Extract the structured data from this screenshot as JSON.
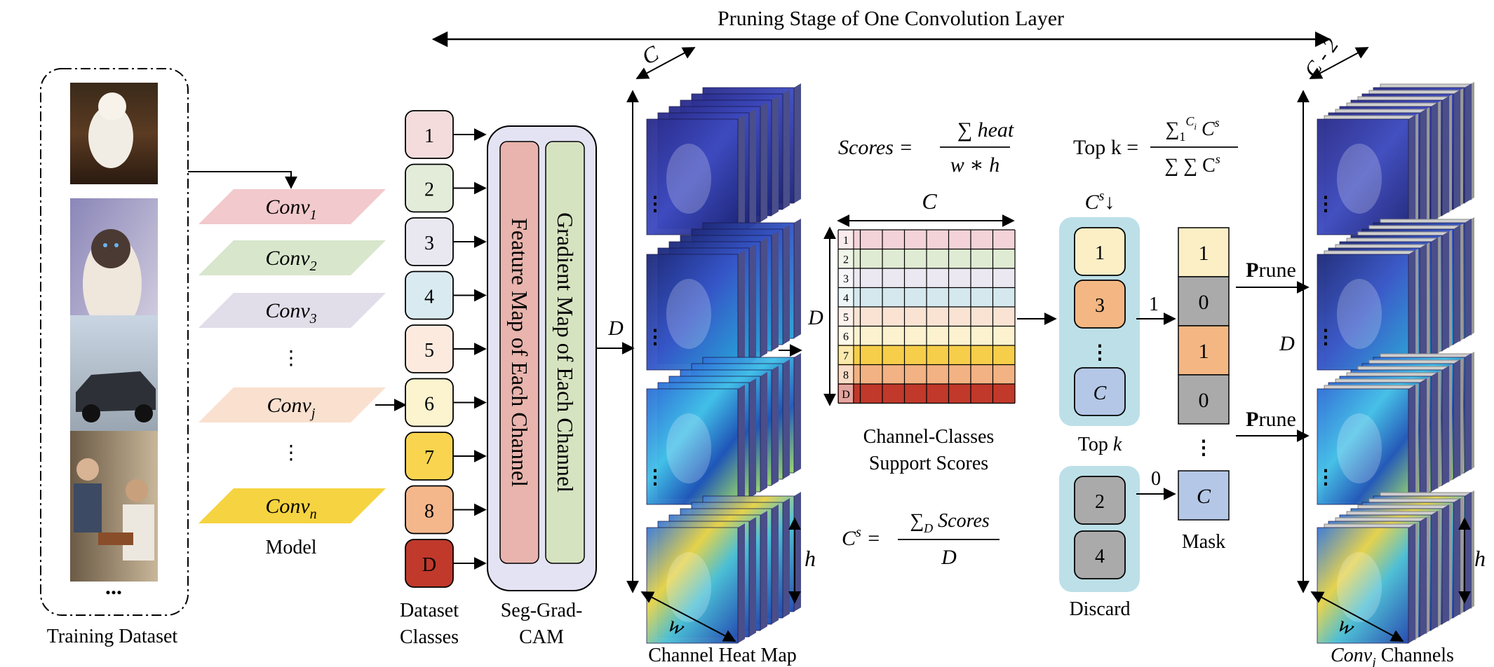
{
  "title": "Pruning Stage of One Convolution Layer",
  "training": {
    "caption": "Training Dataset",
    "ellipsis": "..."
  },
  "model": {
    "caption": "Model",
    "layers": [
      {
        "label": "Conv",
        "sub": "1",
        "color": "#f2c9cc"
      },
      {
        "label": "Conv",
        "sub": "2",
        "color": "#d8e6cc"
      },
      {
        "label": "Conv",
        "sub": "3",
        "color": "#e1dde9"
      },
      {
        "label": "⋮",
        "sub": "",
        "color": ""
      },
      {
        "label": "Conv",
        "sub": "j",
        "color": "#f9e0cf"
      },
      {
        "label": "⋮",
        "sub": "",
        "color": ""
      },
      {
        "label": "Conv",
        "sub": "n",
        "color": "#f6d340"
      }
    ]
  },
  "classes": {
    "caption_line1": "Dataset",
    "caption_line2": "Classes",
    "items": [
      {
        "label": "1",
        "color": "#f4dcdc"
      },
      {
        "label": "2",
        "color": "#e3ecd9"
      },
      {
        "label": "3",
        "color": "#e9e7f0"
      },
      {
        "label": "4",
        "color": "#d9ebf0"
      },
      {
        "label": "5",
        "color": "#fdeadf"
      },
      {
        "label": "6",
        "color": "#fcf3cf"
      },
      {
        "label": "7",
        "color": "#f8d44f"
      },
      {
        "label": "8",
        "color": "#f4b78c"
      },
      {
        "label": "D",
        "color": "#c0392b"
      }
    ]
  },
  "segcam": {
    "caption_line1": "Seg-Grad-",
    "caption_line2": "CAM",
    "feature_label": "Feature Map of Each Channel",
    "gradient_label": "Gradient Map of Each Channel",
    "feature_color": "#e8b4ad",
    "gradient_color": "#d6e3c0",
    "panel_color": "#e3e3f4"
  },
  "heatmap": {
    "caption": "Channel Heat Map",
    "dim_c": "C",
    "dim_d": "D",
    "dim_w": "w",
    "dim_h": "h"
  },
  "scores": {
    "formula_lhs": "Scores",
    "formula_num": "∑ heat",
    "formula_den": "w ∗ h",
    "grid_dim_c": "C",
    "grid_dim_d": "D",
    "caption_line1": "Channel-Classes",
    "caption_line2": "Support Scores",
    "rows": [
      {
        "label": "1",
        "color": "#f4d3d8"
      },
      {
        "label": "2",
        "color": "#e0ebd3"
      },
      {
        "label": "3",
        "color": "#ebe8f2"
      },
      {
        "label": "4",
        "color": "#d4e8ee"
      },
      {
        "label": "5",
        "color": "#fbe3d3"
      },
      {
        "label": "6",
        "color": "#fdf2cf"
      },
      {
        "label": "7",
        "color": "#f6ce4a"
      },
      {
        "label": "8",
        "color": "#f2b283"
      },
      {
        "label": "D",
        "color": "#c0392b"
      }
    ],
    "cs_lhs": "C",
    "cs_sup": "s",
    "cs_num": "∑",
    "cs_num_sub": "D",
    "cs_num_word": "Scores",
    "cs_den": "D"
  },
  "topk": {
    "formula_lhs": "Top k",
    "formula_num": "∑",
    "formula_num_sub": "1",
    "formula_num_sup": "C",
    "formula_num_sup_sub": "i",
    "formula_num_tail": "C",
    "formula_num_tail_sup": "s",
    "formula_den": "∑ ∑ C",
    "formula_den_sup": "s",
    "sort_label": "C",
    "sort_sup": "s",
    "sort_arrow": "↓",
    "caption": "Top k",
    "discard_caption": "Discard",
    "keep_items": [
      {
        "label": "1",
        "color": "#fcefc6"
      },
      {
        "label": "3",
        "color": "#f4b783"
      },
      {
        "label": "⋮",
        "color": ""
      },
      {
        "label": "C",
        "color": "#b4c7e7"
      }
    ],
    "discard_items": [
      {
        "label": "2",
        "color": "#aaaaaa"
      },
      {
        "label": "4",
        "color": "#aaaaaa"
      }
    ],
    "panel_color": "#bde0e8",
    "arrow_one": "1",
    "arrow_zero": "0"
  },
  "mask": {
    "caption": "Mask",
    "cells": [
      {
        "label": "1",
        "color": "#fcefc6"
      },
      {
        "label": "0",
        "color": "#aaaaaa"
      },
      {
        "label": "1",
        "color": "#f4b783"
      },
      {
        "label": "0",
        "color": "#aaaaaa"
      }
    ],
    "ellipsis": "⋮",
    "last": {
      "label": "C",
      "color": "#b4c7e7"
    }
  },
  "prune": {
    "label_bold": "P",
    "label_rest": "rune"
  },
  "output": {
    "caption_conv": "Conv",
    "caption_sub": "j",
    "caption_rest": " Channels",
    "dim_c": "C - 2",
    "dim_d": "D",
    "dim_w": "w",
    "dim_h": "h"
  }
}
